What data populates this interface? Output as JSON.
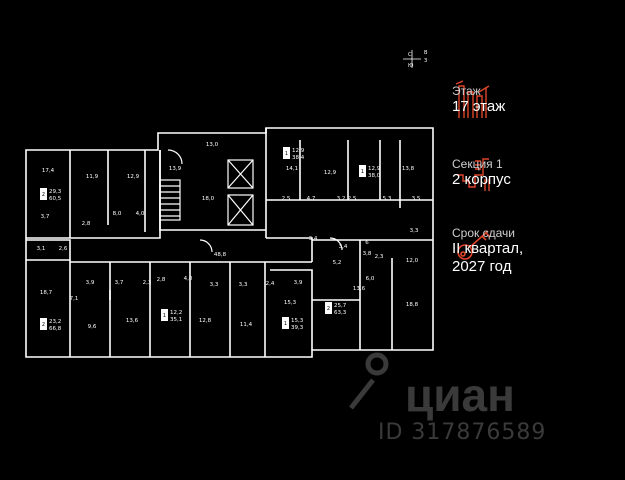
{
  "legend": {
    "floor_label": "Этаж",
    "floor_value": "17 этаж",
    "section_label": "Секция 1",
    "section_value": "2 корпус",
    "delivery_label": "Срок сдачи",
    "delivery_line1": "II квартал,",
    "delivery_line2": "2027 год",
    "accent_color": "#e0452a"
  },
  "compass": {
    "n": "С",
    "s": "Ю",
    "w": "З",
    "e": "В"
  },
  "watermark": {
    "brand": "циан",
    "id": "ID 317876589"
  },
  "rooms": [
    {
      "id": "r1",
      "t": "17,4"
    },
    {
      "id": "r2",
      "t": "11,9"
    },
    {
      "id": "r3",
      "t": "12,9"
    },
    {
      "id": "r4",
      "t": "3,7"
    },
    {
      "id": "r5",
      "t": "8,0"
    },
    {
      "id": "r6",
      "t": "4,0"
    },
    {
      "id": "r7",
      "t": "2,8"
    },
    {
      "id": "r8",
      "t": "13,0"
    },
    {
      "id": "r9",
      "t": "13,9"
    },
    {
      "id": "r10",
      "t": "18,0"
    },
    {
      "id": "r11",
      "t": "48,8"
    },
    {
      "id": "r12",
      "t": "14,1"
    },
    {
      "id": "r13",
      "t": "12,9"
    },
    {
      "id": "r14",
      "t": "13,8"
    },
    {
      "id": "r15",
      "t": "2,5"
    },
    {
      "id": "r16",
      "t": "4,7"
    },
    {
      "id": "r17",
      "t": "3,2"
    },
    {
      "id": "r18",
      "t": "2,5"
    },
    {
      "id": "r19",
      "t": "5,3"
    },
    {
      "id": "r20",
      "t": "3,5"
    },
    {
      "id": "r21",
      "t": "3,3"
    },
    {
      "id": "r22",
      "t": "12,0"
    },
    {
      "id": "r23",
      "t": "3,8"
    },
    {
      "id": "r24",
      "t": "2,3"
    },
    {
      "id": "r25",
      "t": "18,8"
    },
    {
      "id": "r26",
      "t": "5,2"
    },
    {
      "id": "r27",
      "t": "13,6"
    },
    {
      "id": "r28",
      "t": "6,0"
    },
    {
      "id": "r29",
      "t": "18,7"
    },
    {
      "id": "r30",
      "t": "3,1"
    },
    {
      "id": "r31",
      "t": "2,6"
    },
    {
      "id": "r32",
      "t": "3,9"
    },
    {
      "id": "r33",
      "t": "3,7"
    },
    {
      "id": "r34",
      "t": "7,1"
    },
    {
      "id": "r35",
      "t": "2,3"
    },
    {
      "id": "r36",
      "t": "9,6"
    },
    {
      "id": "r37",
      "t": "13,6"
    },
    {
      "id": "r38",
      "t": "2,8"
    },
    {
      "id": "r39",
      "t": "4,0"
    },
    {
      "id": "r40",
      "t": "3,3"
    },
    {
      "id": "r41",
      "t": "12,8"
    },
    {
      "id": "r42",
      "t": "3,3"
    },
    {
      "id": "r43",
      "t": "2,4"
    },
    {
      "id": "r44",
      "t": "3,9"
    },
    {
      "id": "r45",
      "t": "11,4"
    },
    {
      "id": "r46",
      "t": "15,3"
    },
    {
      "id": "r47",
      "t": "3,4"
    },
    {
      "id": "r48",
      "t": "3,4"
    },
    {
      "id": "r49",
      "t": "6"
    }
  ],
  "apartments": [
    {
      "id": "a1",
      "n": "2",
      "l": "29,3",
      "a": "60,5"
    },
    {
      "id": "a2",
      "n": "1",
      "l": "12,9",
      "a": "38,4"
    },
    {
      "id": "a3",
      "n": "1",
      "l": "12,9",
      "a": "38,0"
    },
    {
      "id": "a4",
      "n": "2",
      "l": "23,2",
      "a": "66,8"
    },
    {
      "id": "a5",
      "n": "1",
      "l": "12,2",
      "a": "35,1"
    },
    {
      "id": "a6",
      "n": "1",
      "l": "15,3",
      "a": "39,3"
    },
    {
      "id": "a7",
      "n": "2",
      "l": "25,7",
      "a": "63,3"
    }
  ]
}
